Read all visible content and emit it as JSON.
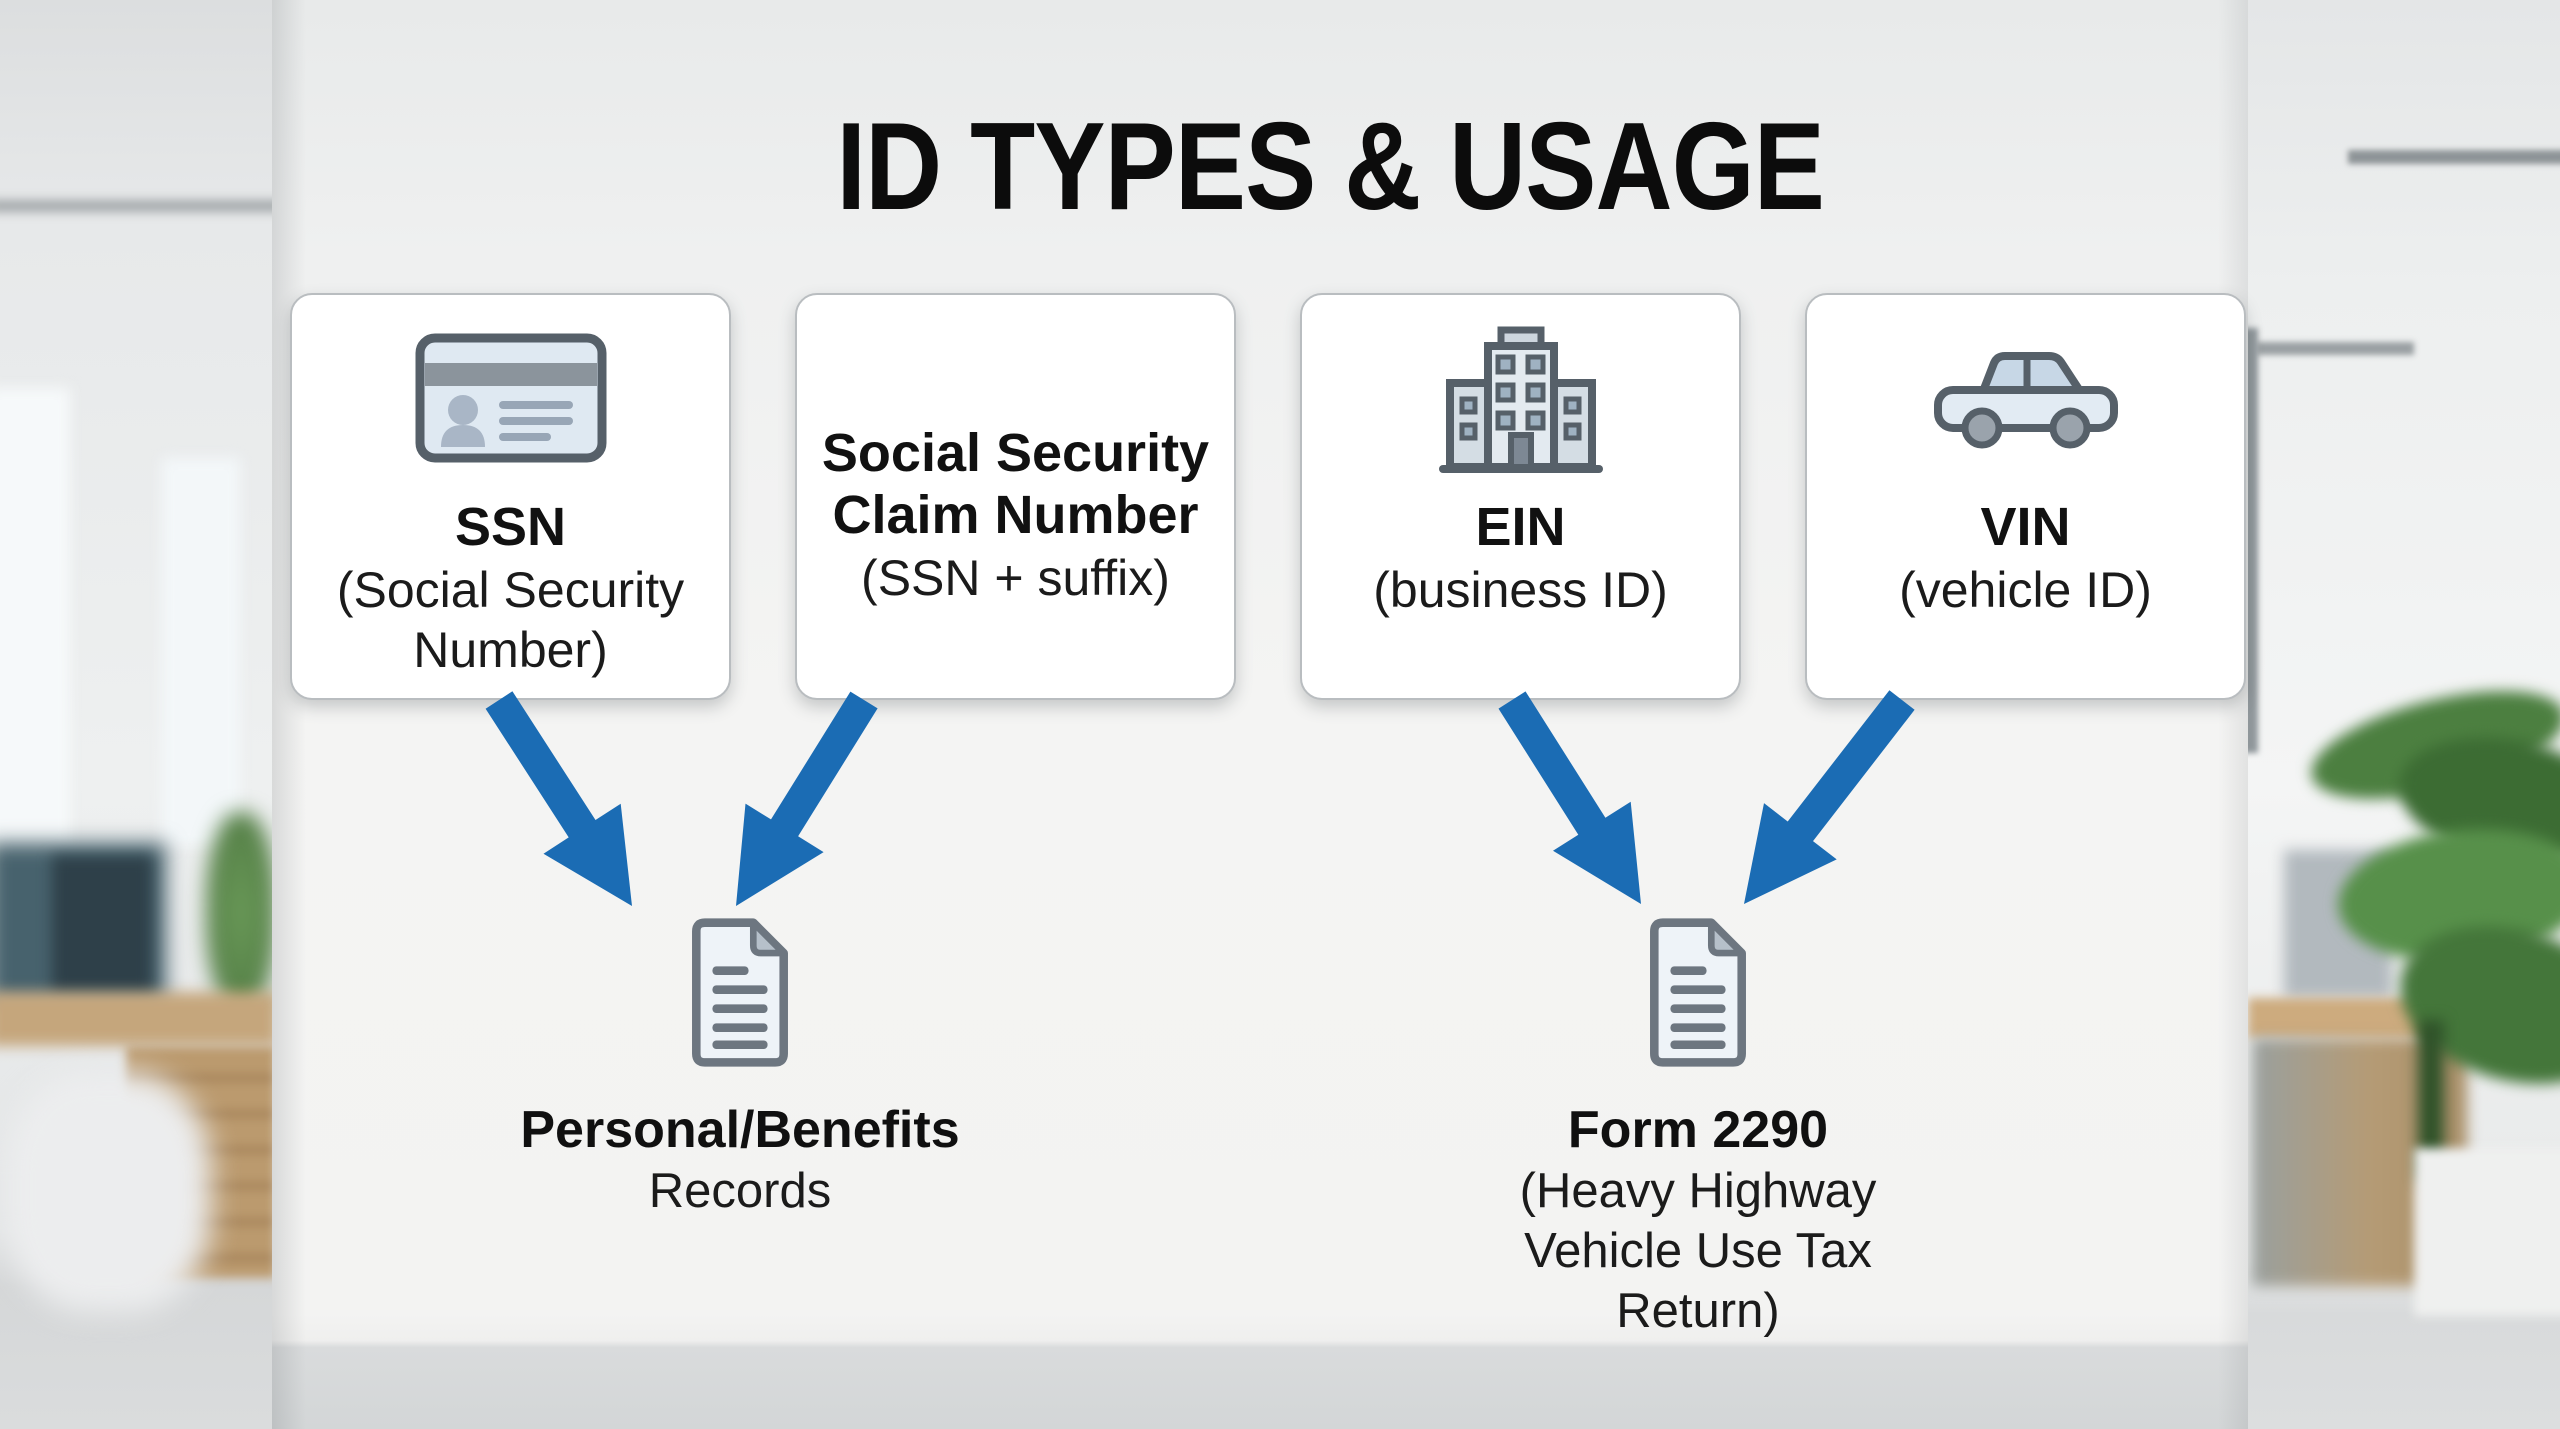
{
  "title": "ID TYPES & USAGE",
  "cards": [
    {
      "id": "ssn",
      "icon": "id-card-icon",
      "title": "SSN",
      "subtitle": "(Social Security Number)"
    },
    {
      "id": "claim",
      "icon": null,
      "title": "Social Security Claim Number",
      "subtitle": "(SSN + suffix)"
    },
    {
      "id": "ein",
      "icon": "building-icon",
      "title": "EIN",
      "subtitle": "(business ID)"
    },
    {
      "id": "vin",
      "icon": "car-icon",
      "title": "VIN",
      "subtitle": "(vehicle ID)"
    }
  ],
  "destinations": [
    {
      "id": "records",
      "icon": "document-icon",
      "title": "Personal/Benefits",
      "subtitle": "Records"
    },
    {
      "id": "form2290",
      "icon": "document-icon",
      "title": "Form 2290",
      "subtitle": "(Heavy Highway Vehicle Use Tax Return)"
    }
  ],
  "connections": [
    {
      "from": "ssn",
      "to": "records"
    },
    {
      "from": "claim",
      "to": "records"
    },
    {
      "from": "ein",
      "to": "form2290"
    },
    {
      "from": "vin",
      "to": "form2290"
    }
  ],
  "colors": {
    "arrow": "#1b6cb4",
    "text": "#111111",
    "card_background": "#ffffff",
    "card_border": "#b9bdc0",
    "icon_outline": "#566069",
    "icon_fill": "#dfe8f1",
    "wall": "#f4f4f3",
    "floor": "#d3d6d7"
  }
}
